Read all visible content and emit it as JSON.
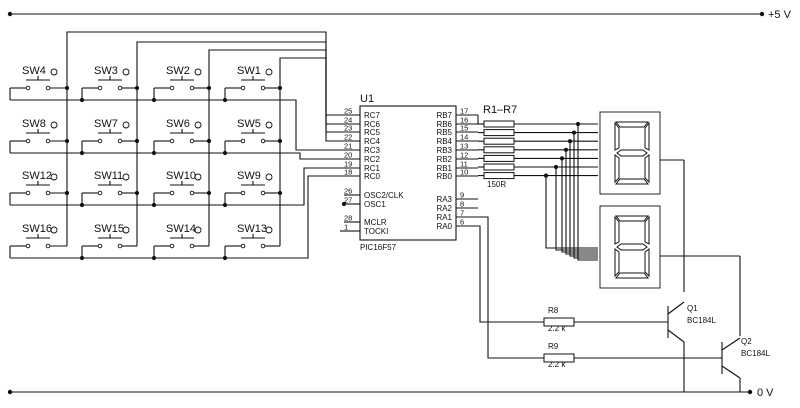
{
  "rails": {
    "vcc": "+5 V",
    "gnd": "0 V"
  },
  "ic": {
    "ref": "U1",
    "part": "PIC16F57",
    "left_pins": [
      {
        "num": "25",
        "name": "RC7"
      },
      {
        "num": "24",
        "name": "RC6"
      },
      {
        "num": "23",
        "name": "RC5"
      },
      {
        "num": "22",
        "name": "RC4"
      },
      {
        "num": "21",
        "name": "RC3"
      },
      {
        "num": "20",
        "name": "RC2"
      },
      {
        "num": "19",
        "name": "RC1"
      },
      {
        "num": "18",
        "name": "RC0"
      },
      {
        "num": "26",
        "name": "OSC2/CLK"
      },
      {
        "num": "27",
        "name": "OSC1"
      },
      {
        "num": "28",
        "name": "MCLR"
      },
      {
        "num": "1",
        "name": "TOCKI"
      }
    ],
    "right_pins": [
      {
        "num": "17",
        "name": "RB7"
      },
      {
        "num": "16",
        "name": "RB6"
      },
      {
        "num": "15",
        "name": "RB5"
      },
      {
        "num": "14",
        "name": "RB4"
      },
      {
        "num": "13",
        "name": "RB3"
      },
      {
        "num": "12",
        "name": "RB2"
      },
      {
        "num": "11",
        "name": "RB1"
      },
      {
        "num": "10",
        "name": "RB0"
      },
      {
        "num": "9",
        "name": "RA3"
      },
      {
        "num": "8",
        "name": "RA2"
      },
      {
        "num": "7",
        "name": "RA1"
      },
      {
        "num": "6",
        "name": "RA0"
      }
    ]
  },
  "resistor_array": {
    "ref": "R1–R7",
    "value": "150R"
  },
  "switches": [
    [
      "SW4",
      "SW3",
      "SW2",
      "SW1"
    ],
    [
      "SW8",
      "SW7",
      "SW6",
      "SW5"
    ],
    [
      "SW12",
      "SW11",
      "SW10",
      "SW9"
    ],
    [
      "SW16",
      "SW15",
      "SW14",
      "SW13"
    ]
  ],
  "resistors": [
    {
      "ref": "R8",
      "value": "2.2 k"
    },
    {
      "ref": "R9",
      "value": "2.2 k"
    }
  ],
  "transistors": [
    {
      "ref": "Q1",
      "part": "BC184L"
    },
    {
      "ref": "Q2",
      "part": "BC184L"
    }
  ]
}
